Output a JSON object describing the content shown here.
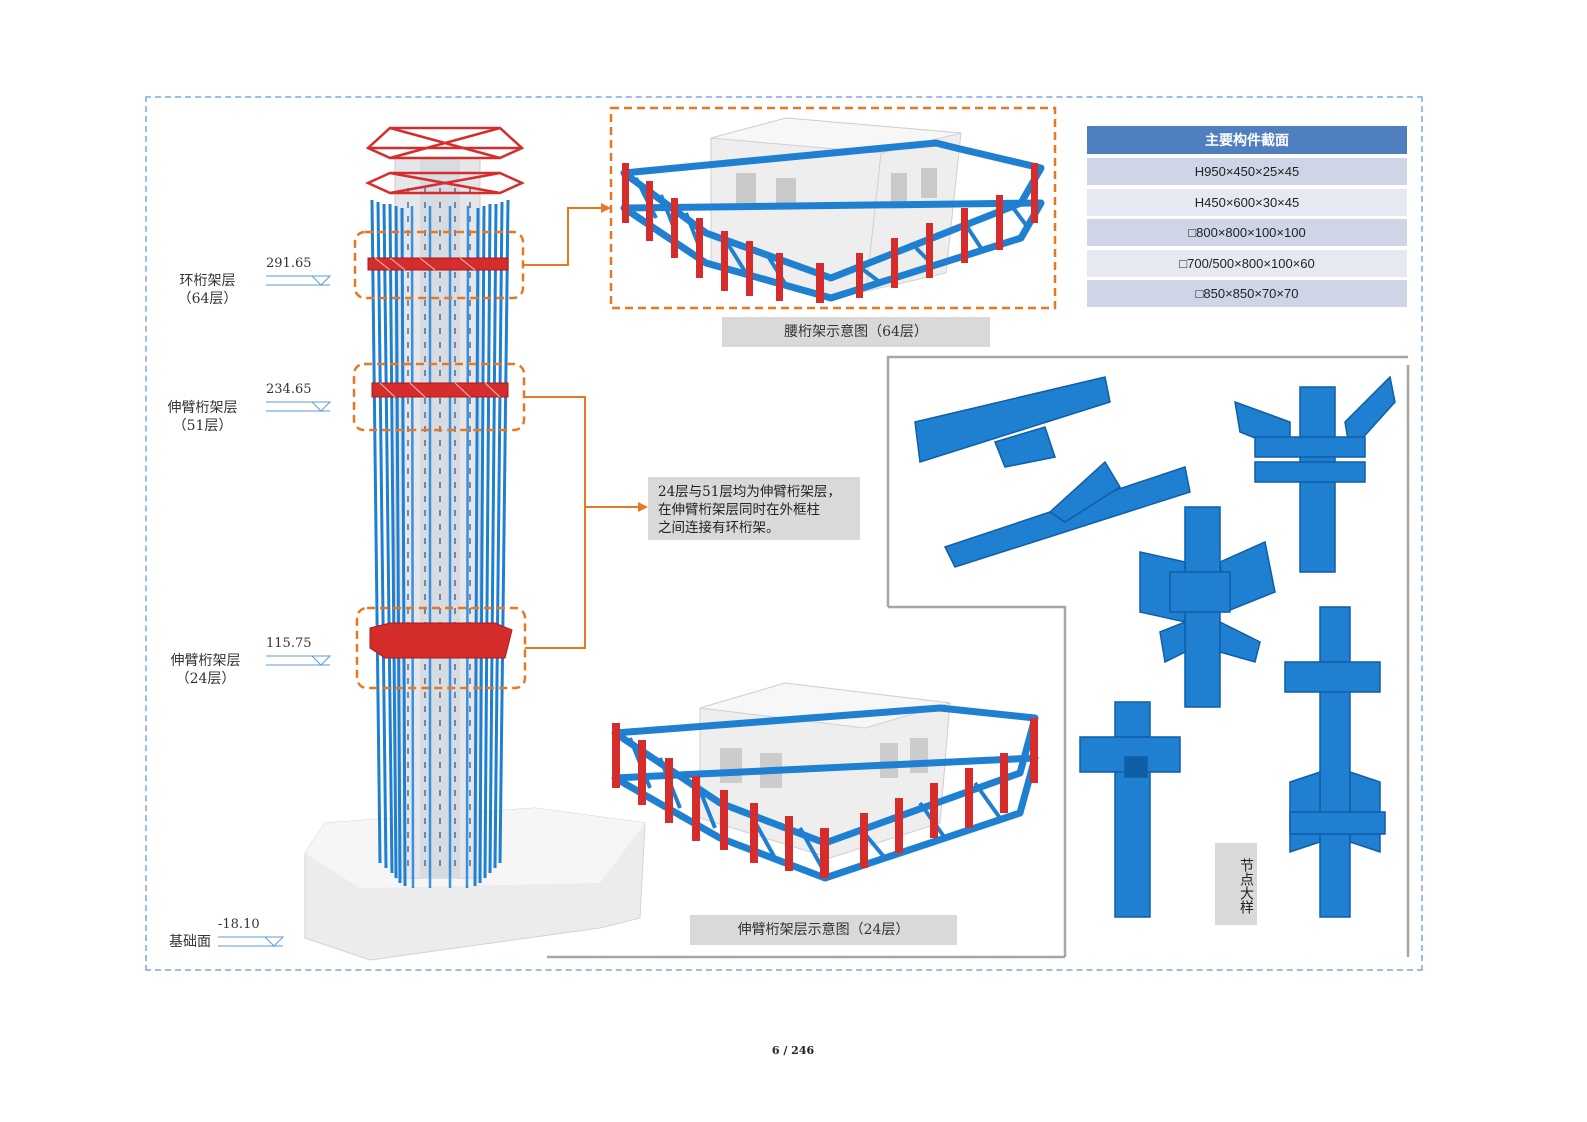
{
  "levels": [
    {
      "name": "环桁架层",
      "floor": "（64层）",
      "elevation": "291.65"
    },
    {
      "name": "伸臂桁架层",
      "floor": "（51层）",
      "elevation": "234.65"
    },
    {
      "name": "伸臂桁架层",
      "floor": "（24层）",
      "elevation": "115.75"
    }
  ],
  "foundation": {
    "name": "基础面",
    "elevation": "-18.10"
  },
  "captions": {
    "waist_truss": "腰桁架示意图（64层）",
    "outrigger_truss": "伸臂桁架层示意图（24层）"
  },
  "note": {
    "line1": "24层与51层均为伸臂桁架层，",
    "line2": "在伸臂桁架层同时在外框柱",
    "line3": "之间连接有环桁架。"
  },
  "section_table": {
    "header": "主要构件截面",
    "rows": [
      "H950×450×25×45",
      "H450×600×30×45",
      "□800×800×100×100",
      "□700/500×800×100×60",
      "□850×850×70×70"
    ]
  },
  "node_detail_label": "节点大样",
  "page_number": "6 / 246",
  "colors": {
    "steel_blue": "#1f7fd0",
    "truss_red": "#d52c2c",
    "callout_orange": "#e87722",
    "frame_blue": "#9dbde6",
    "header_blue": "#4f7fbf"
  }
}
